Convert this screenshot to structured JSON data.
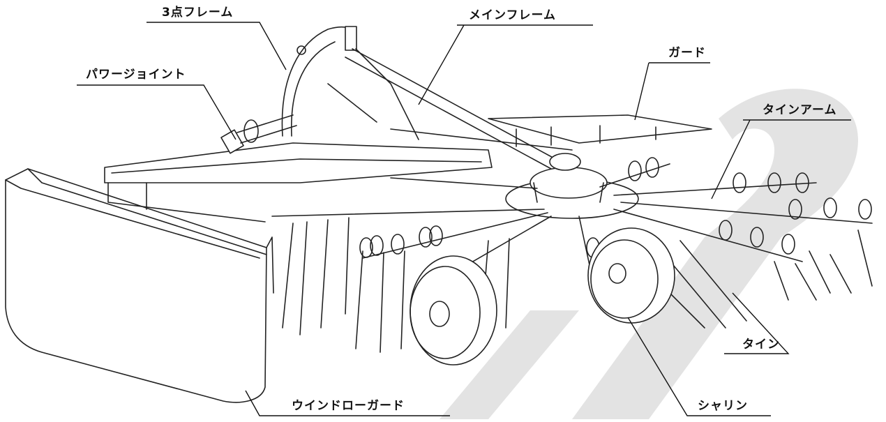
{
  "labels": {
    "three_point_frame": "3点フレーム",
    "main_frame": "メインフレーム",
    "power_joint": "パワージョイント",
    "guard": "ガード",
    "tine_arm": "タインアーム",
    "tine": "タイン",
    "windrow_guard": "ウインドローガード",
    "wheel": "シャリン"
  },
  "colors": {
    "ink": "#222222",
    "watermark": "#e3e3e3"
  }
}
